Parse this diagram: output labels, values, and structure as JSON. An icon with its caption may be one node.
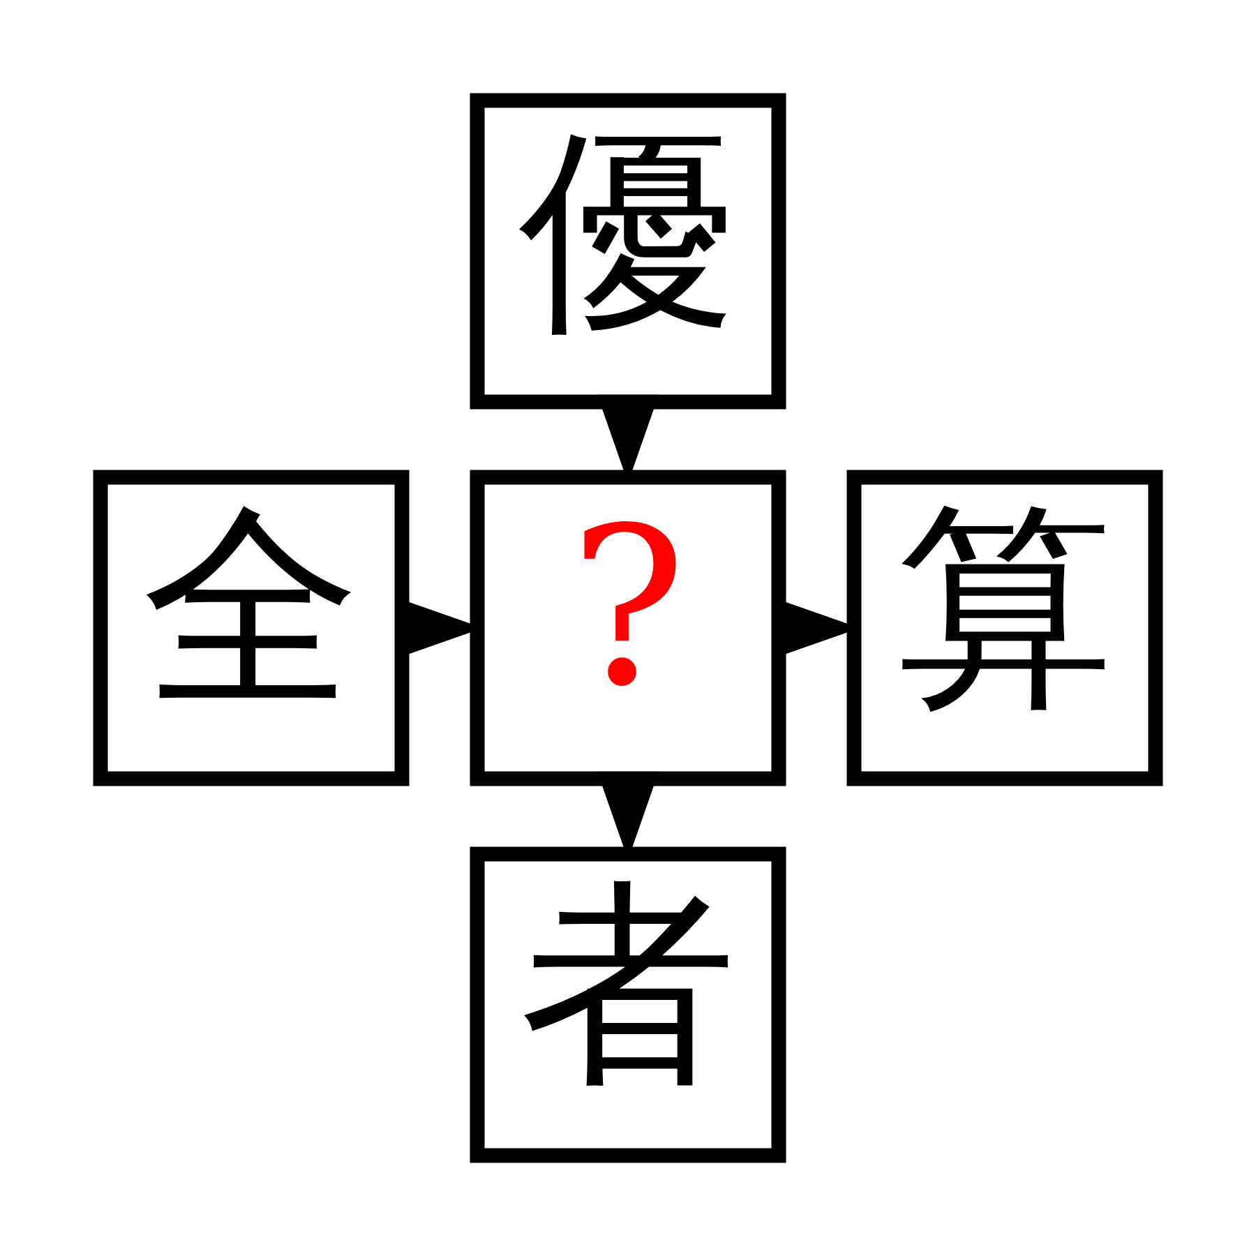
{
  "diagram": {
    "nodes": [
      {
        "text": [
          "優"
        ]
      },
      {
        "text": [
          "全"
        ]
      },
      {
        "text": [
          "?"
        ]
      },
      {
        "text": [
          "算"
        ]
      },
      {
        "text": [
          "者"
        ]
      }
    ],
    "edges": [
      {
        "from": 0,
        "to": 2,
        "arrow": "to"
      },
      {
        "from": 1,
        "to": 2,
        "arrow": "to"
      },
      {
        "from": 2,
        "to": 3,
        "arrow": "to"
      },
      {
        "from": 2,
        "to": 4,
        "arrow": "to"
      }
    ]
  }
}
